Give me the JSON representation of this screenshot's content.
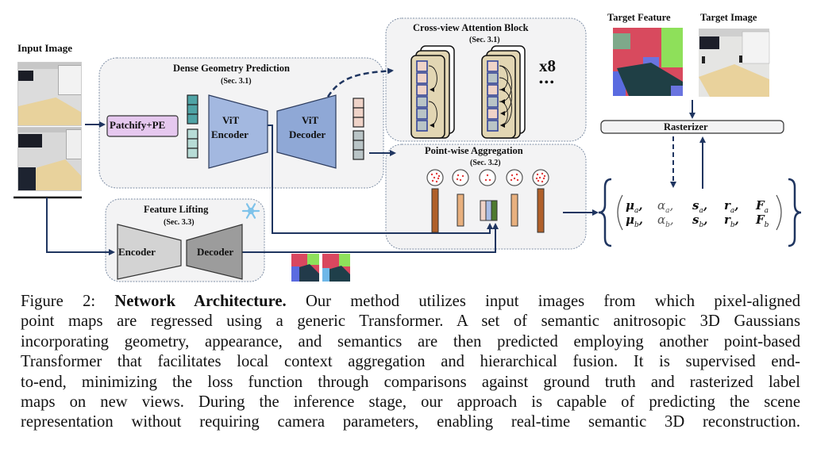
{
  "figure": {
    "input_image_label": "Input Image",
    "dense_geometry": {
      "title": "Dense Geometry Prediction",
      "section": "(Sec. 3.1)"
    },
    "patchify_label": "Patchify+PE",
    "vit_encoder": {
      "line1": "ViT",
      "line2": "Encoder"
    },
    "vit_decoder": {
      "line1": "ViT",
      "line2": "Decoder"
    },
    "cross_view": {
      "title": "Cross-view Attention Block",
      "section": "(Sec. 3.1)",
      "repeat": "x8",
      "ellipsis": "•••"
    },
    "point_wise": {
      "title": "Point-wise Aggregation",
      "section": "(Sec. 3.2)"
    },
    "feature_lifting": {
      "title": "Feature Lifting",
      "section": "(Sec. 3.3)",
      "encoder": "Encoder",
      "decoder": "Decoder",
      "frozen_icon": "snowflake-icon"
    },
    "target_feature_label": "Target Feature",
    "target_image_label": "Target Image",
    "rasterizer_label": "Rasterizer",
    "gaussian_params": {
      "row_a": [
        "μₐ,",
        "αₐ,",
        "sₐ,",
        "rₐ,",
        "Fₐ"
      ],
      "row_b": [
        "μ_b,",
        "α_b,",
        "s_b,",
        "r_b,",
        "F_b"
      ]
    },
    "colors": {
      "arrow": "#1f3560",
      "vit": "#8fa8d6",
      "patchify": "#e6c8ef",
      "token_teal": "#4fa3a5",
      "token_lightteal": "#b7dcd6",
      "token_pink": "#efd3c8",
      "token_gray": "#b9c4c6",
      "block_tan": "#e2d6b3",
      "bar_dark": "#b0602a",
      "bar_light": "#e8b07e",
      "bar_blue": "#a9bde6",
      "bar_green": "#4e7a2f",
      "lifting_gray": "#cfcfcf",
      "lifting_dark": "#9a9a9a",
      "snowflake": "#7fc3ea",
      "panel_bg": "#f3f3f4"
    }
  },
  "caption": {
    "prefix": "Figure 2: ",
    "bold": "Network Architecture.",
    "lines": [
      " Our method utilizes input images from which pixel-aligned",
      "point maps are regressed using a generic Transformer. A set of semantic anitrosopic 3D Gaussians",
      "incorporating geometry, appearance, and semantics are then predicted employing another point-based",
      "Transformer that facilitates local context aggregation and hierarchical fusion. It is supervised end-",
      "to-end, minimizing the loss function through comparisons against ground truth and rasterized label",
      "maps on new views. During the inference stage, our approach is capable of predicting the scene",
      "representation without requiring camera parameters, enabling real-time semantic 3D reconstruction."
    ]
  }
}
